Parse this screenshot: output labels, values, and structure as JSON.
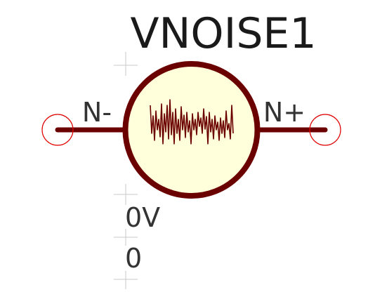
{
  "component": {
    "reference": "VNOISE1",
    "value": "0V",
    "value2": "0",
    "pins": {
      "negative": "N-",
      "positive": "N+"
    },
    "icon": "noise-waveform-icon"
  },
  "colors": {
    "body_outline": "#6b0000",
    "body_fill": "#ffffdc",
    "waveform": "#6b0000",
    "pin_marker": "#e00000",
    "grid_cross": "#c8c8c8",
    "text": "#333333"
  }
}
